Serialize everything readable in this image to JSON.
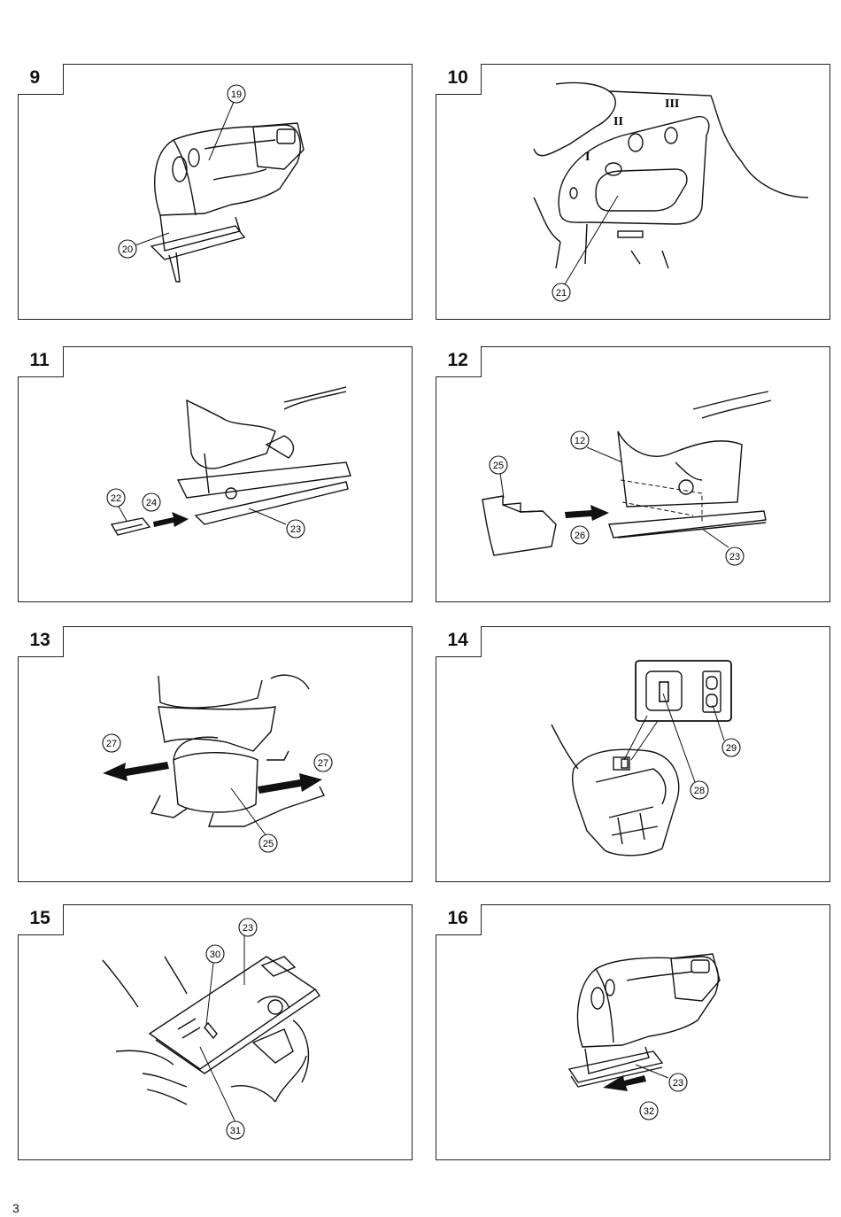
{
  "page_number": "3",
  "figures": [
    {
      "number": "9",
      "callouts": [
        "19",
        "20"
      ]
    },
    {
      "number": "10",
      "callouts": [
        "21"
      ],
      "scale_marks": [
        "I",
        "II",
        "III"
      ]
    },
    {
      "number": "11",
      "callouts": [
        "22",
        "24",
        "23"
      ]
    },
    {
      "number": "12",
      "callouts": [
        "25",
        "12",
        "26",
        "23"
      ]
    },
    {
      "number": "13",
      "callouts": [
        "27",
        "27",
        "25"
      ]
    },
    {
      "number": "14",
      "callouts": [
        "28",
        "29"
      ]
    },
    {
      "number": "15",
      "callouts": [
        "23",
        "30",
        "31"
      ]
    },
    {
      "number": "16",
      "callouts": [
        "23",
        "32"
      ]
    }
  ]
}
